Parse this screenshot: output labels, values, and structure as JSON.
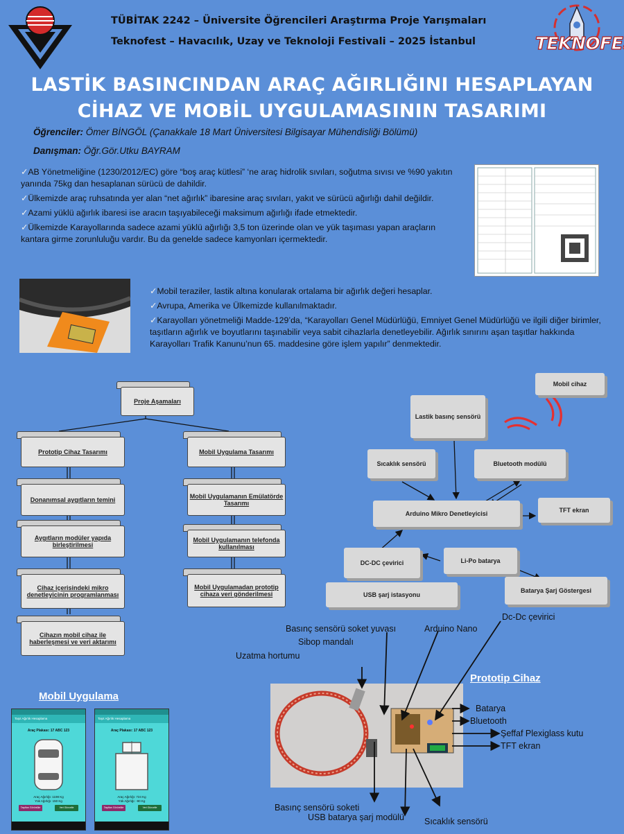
{
  "header": {
    "line1": "TÜBİTAK 2242 – Üniversite Öğrencileri Araştırma Proje Yarışmaları",
    "line2": "Teknofest – Havacılık, Uzay ve Teknoloji Festivali – 2025 İstanbul",
    "teknofest_logo": "TEKNOFEST"
  },
  "title": {
    "line1": "LASTİK BASINCINDAN ARAÇ AĞIRLIĞINI HESAPLAYAN",
    "line2": "CİHAZ VE MOBİL UYGULAMASININ TASARIMI"
  },
  "authors": {
    "student_label": "Öğrenciler:",
    "student_value": "Ömer BİNGÖL (Çanakkale 18 Mart Üniversitesi Bilgisayar Mühendisliği Bölümü)",
    "advisor_label": "Danışman:",
    "advisor_value": "Öğr.Gör.Utku BAYRAM"
  },
  "bullets1": [
    "AB Yönetmeliğine  (1230/2012/EC) göre “boş araç kütlesi” ‘ne araç hidrolik sıvıları, soğutma sıvısı ve %90 yakıtın yanında 75kg dan hesaplanan sürücü de dahildir.",
    "Ülkemizde araç ruhsatında yer alan “net ağırlık” ibaresine araç sıvıları, yakıt ve sürücü ağırlığı dahil değildir.",
    "Azami yüklü ağırlık ibaresi ise aracın taşıyabileceği maksimum ağırlığı ifade etmektedir.",
    "Ülkemizde Karayollarında sadece azami yüklü ağırlığı 3,5 ton üzerinde olan ve yük taşıması yapan araçların kantara girme zorunluluğu vardır. Bu da genelde sadece kamyonları içermektedir."
  ],
  "bullets2": [
    "Mobil teraziler, lastik altına konularak ortalama bir ağırlık değeri hesaplar.",
    "Avrupa, Amerika ve Ülkemizde kullanılmaktadır.",
    "Karayolları yönetmeliği Madde-129’da, “Karayolları Genel Müdürlüğü, Emniyet Genel Müdürlüğü ve ilgili diğer birimler, taşıtların ağırlık ve boyutlarını taşınabilir veya sabit cihazlarla denetleyebilir. Ağırlık sınırını aşan taşıtlar hakkında Karayolları Trafik Kanunu’nun 65. maddesine göre işlem yapılır” denmektedir."
  ],
  "flow": {
    "root": "Proje Aşamaları",
    "left_head": "Prototip Cihaz Tasarımı",
    "left": [
      "Donanımsal aygıtların temini",
      "Aygıtların modüler yapıda birleştirilmesi",
      "Cihaz içerisindeki mikro denetleyicinin programlanması",
      "Cihazın mobil cihaz ile haberleşmesi ve veri aktarımı"
    ],
    "right_head": "Mobil Uygulama Tasarımı",
    "right": [
      "Mobil Uygulamanın Emülatörde Tasarımı",
      "Mobil Uygulamanın telefonda kullanılması",
      "Mobil Uygulamadan prototip cihaza veri gönderilmesi"
    ]
  },
  "block": {
    "mobil": "Mobil cihaz",
    "lastik": "Lastik basınç sensörü",
    "sicaklik": "Sıcaklık sensörü",
    "bluetooth": "Bluetooth modülü",
    "arduino": "Arduino Mikro Denetleyicisi",
    "tft": "TFT ekran",
    "dcdc": "DC-DC çevirici",
    "lipo": "Li-Po batarya",
    "usb": "USB şarj istasyonu",
    "gosterge": "Batarya Şarj Göstergesi"
  },
  "proto": {
    "section": "Prototip Cihaz",
    "labels": {
      "dcdc": "Dc-Dc çevirici",
      "soket_yuvasi": "Basınç sensörü soket yuvası",
      "arduino": "Arduino Nano",
      "sibop": "Sibop mandalı",
      "hortum": "Uzatma hortumu",
      "batarya": "Batarya",
      "bluetooth": "Bluetooth",
      "kutu": "Şeffaf Plexiglass kutu",
      "tft": "TFT ekran",
      "soket": "Basınç sensörü soketi",
      "usb_sarj": "USB batarya şarj modülü",
      "sicaklik": "Sıcaklık sensörü"
    }
  },
  "mobile": {
    "section": "Mobil Uygulama",
    "app_title": "Taşıt Ağırlık Hesaplama",
    "phone1_plate": "Araç Plakası: 17 ABC 123",
    "phone1_weight": "Araç Ağırlığı: 1198 Kg",
    "phone1_sub": "Yük Ağırlığı: 150 Kg",
    "phone2_plate": "Araç Plakası: 17 ABC 123",
    "phone2_weight": "Araç Ağırlığı: 724 Kg",
    "phone2_sub": "Yük Ağırlığı: -90 Kg",
    "btn1": "Taşıtları Görüntüle",
    "btn2": "Veri Güncelle"
  },
  "colors": {
    "background": "#5b8fd8",
    "box": "#dcdcdc",
    "red": "#e53030"
  }
}
